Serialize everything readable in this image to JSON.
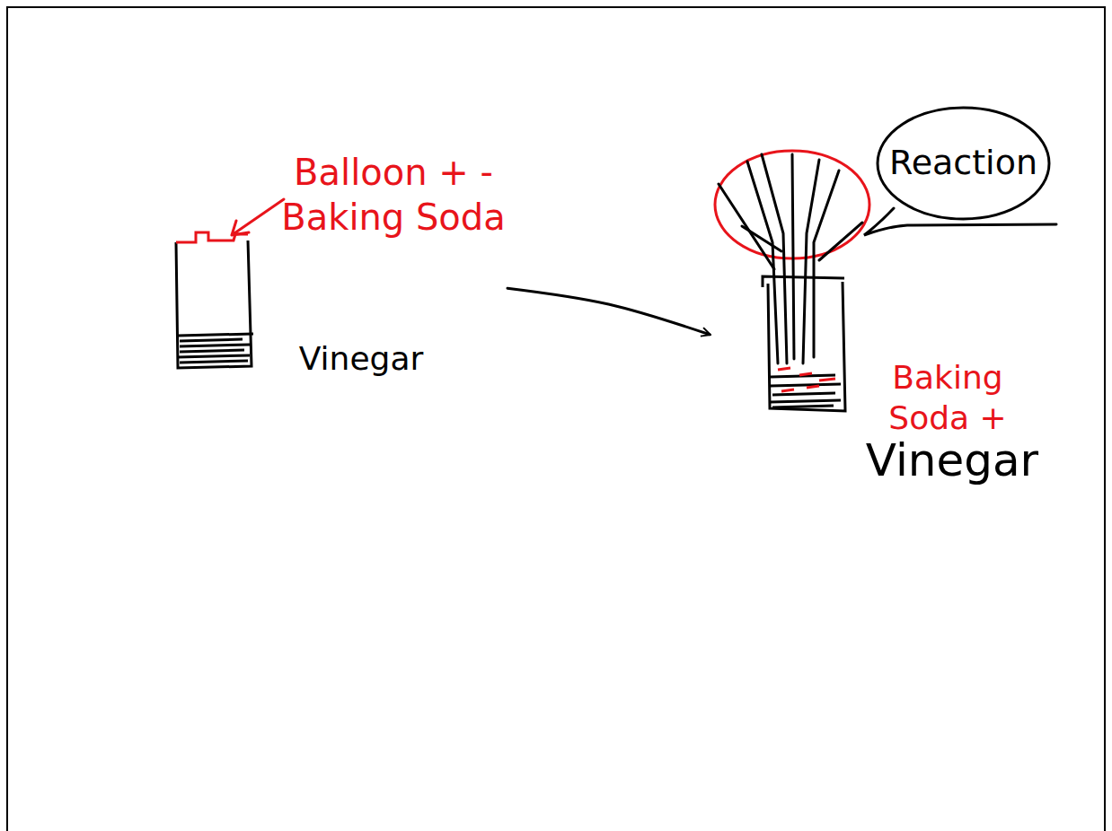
{
  "diagram": {
    "nodes": [
      {
        "text": [
          "Balloon + - Baking Soda",
          "Vinegar"
        ]
      },
      {
        "text": [
          "Baking Soda +",
          "Vinegar"
        ]
      },
      {
        "text": [
          "Reaction"
        ]
      }
    ],
    "edges": [
      {
        "from": 0,
        "to": 1,
        "arrow": "to"
      }
    ]
  }
}
